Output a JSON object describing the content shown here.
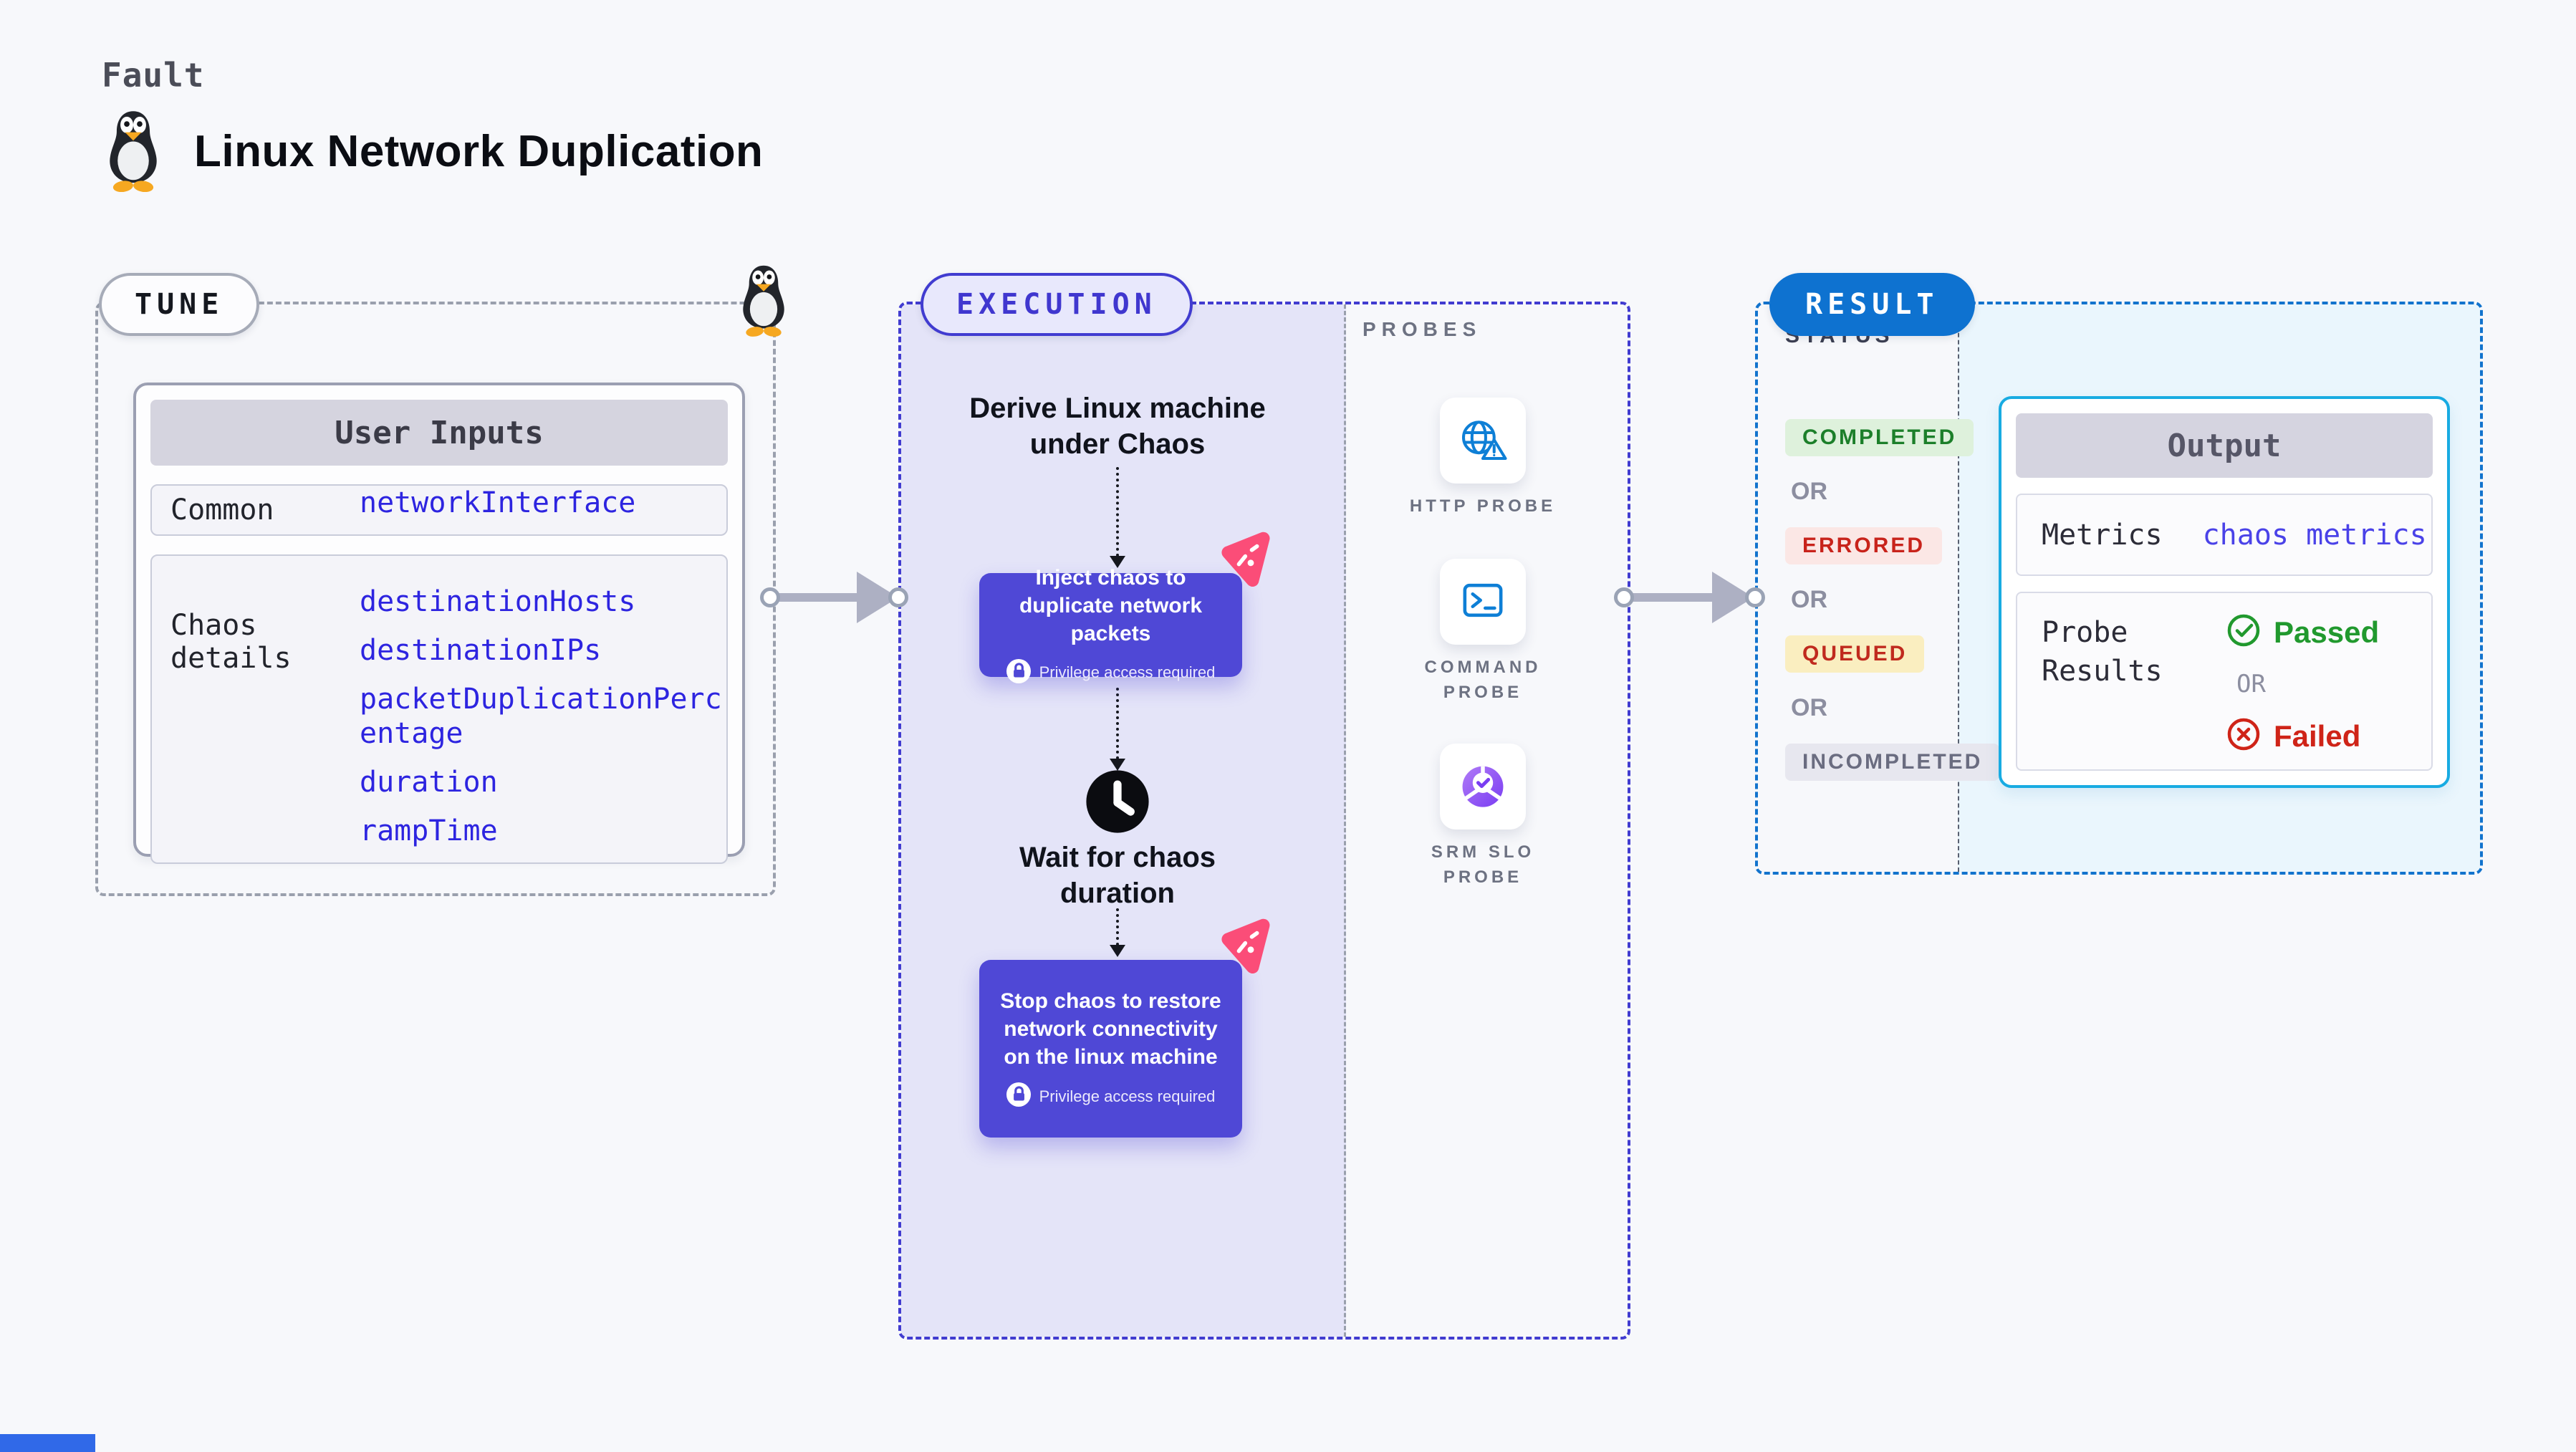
{
  "page": {
    "kicker": "Fault",
    "title": "Linux Network Duplication"
  },
  "tune": {
    "badge": "TUNE",
    "user_inputs": {
      "header": "User Inputs",
      "rows": [
        {
          "label": "Common",
          "values": [
            "networkInterface"
          ]
        },
        {
          "label": "Chaos details",
          "values": [
            "destinationHosts",
            "destinationIPs",
            "packetDuplicationPercentage",
            "duration",
            "rampTime"
          ]
        }
      ]
    }
  },
  "execution": {
    "badge": "EXECUTION",
    "step_derive": "Derive Linux machine under Chaos",
    "step_inject": "Inject chaos to duplicate network packets",
    "step_wait": "Wait for chaos duration",
    "step_stop": "Stop chaos to restore network connectivity on the linux machine",
    "privilege_note": "Privilege access required"
  },
  "probes": {
    "label": "PROBES",
    "items": [
      {
        "name": "HTTP PROBE",
        "icon": "globe-alert-icon"
      },
      {
        "name": "COMMAND PROBE",
        "icon": "terminal-icon"
      },
      {
        "name": "SRM SLO PROBE",
        "icon": "slo-donut-icon"
      }
    ]
  },
  "result": {
    "badge": "RESULT",
    "status": {
      "label": "STATUS",
      "or": "OR",
      "items": [
        {
          "label": "COMPLETED",
          "color": "#1c7f2a"
        },
        {
          "label": "ERRORED",
          "color": "#c8231b"
        },
        {
          "label": "QUEUED",
          "color": "#c02a1e"
        },
        {
          "label": "INCOMPLETED",
          "color": "#6a6c80"
        }
      ]
    },
    "output": {
      "header": "Output",
      "metrics_label": "Metrics",
      "metrics_value": "chaos metrics",
      "probe_label": "Probe Results",
      "passed": "Passed",
      "or": "OR",
      "failed": "Failed"
    }
  },
  "colors": {
    "indigo": "#413cd0",
    "lavender": "#e4e4f8",
    "result_blue": "#0e72d0",
    "cyan": "#18abe2",
    "pink": "#fb4d78",
    "value_blue": "#2d24e0",
    "arrow_gray": "#adb0c3"
  }
}
